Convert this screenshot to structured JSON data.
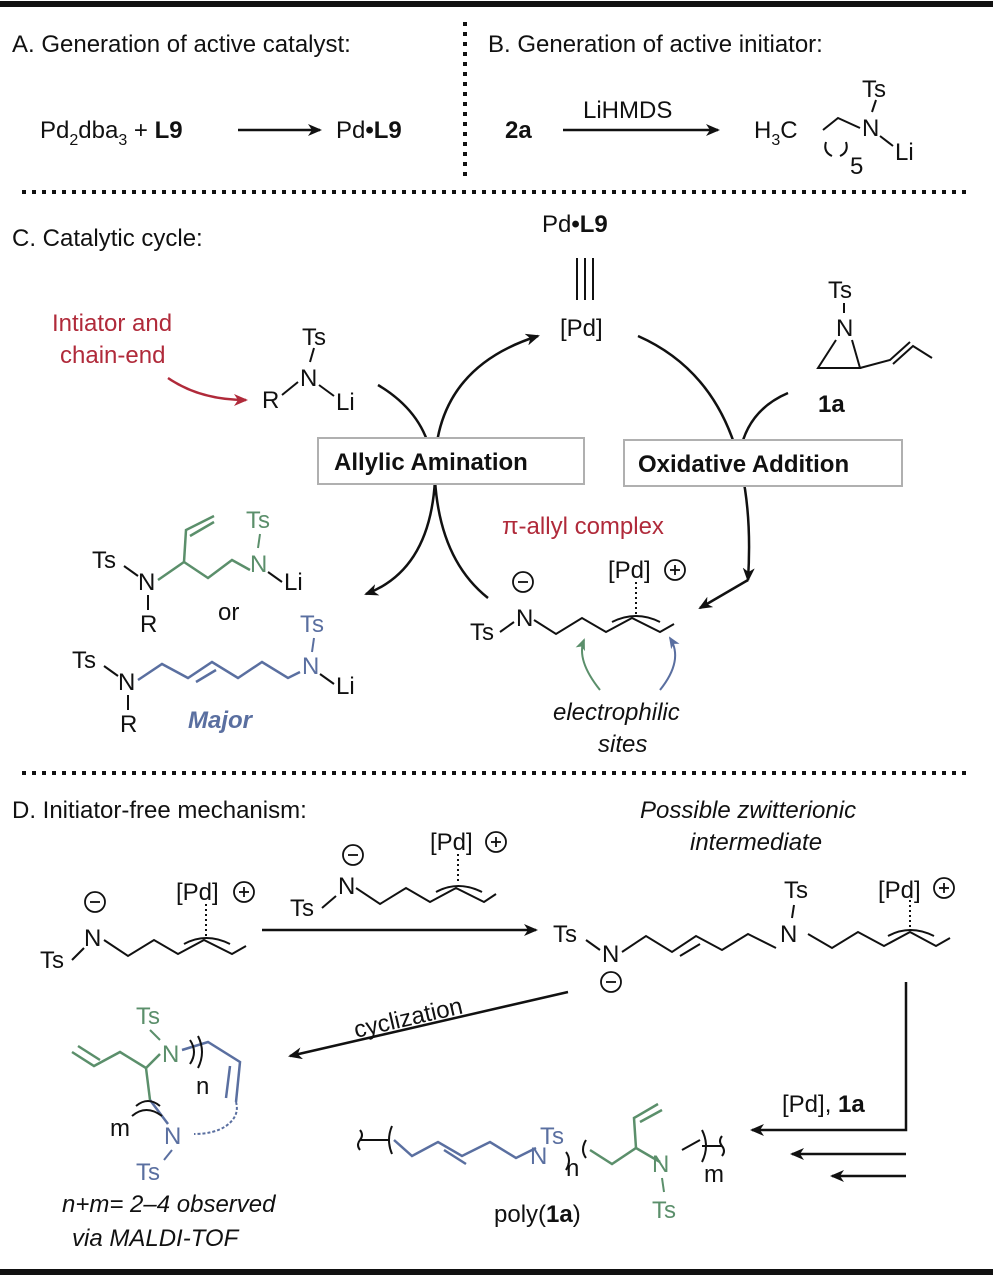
{
  "sections": {
    "a_title": "A. Generation of active catalyst:",
    "b_title": "B. Generation of active initiator:",
    "c_title": "C. Catalytic cycle:",
    "d_title": "D. Initiator-free mechanism:"
  },
  "panel_a": {
    "pd": "Pd",
    "sub2a": "2",
    "dba": "dba",
    "sub3": "3",
    "plus": " + ",
    "l9": "L9",
    "product_pd": "Pd",
    "product_dot": "•",
    "product_l9": "L9"
  },
  "panel_b": {
    "reactant": "2a",
    "reagent": "LiHMDS",
    "h3c": "H",
    "h3c_sub": "3",
    "h3c_c": "C",
    "sub5": "5",
    "ts": "Ts",
    "n": "N",
    "li": "Li"
  },
  "panel_c": {
    "pd_l9_pd": "Pd",
    "pd_l9_dot": "•",
    "pd_l9_l9": "L9",
    "pd_bracket": "[Pd]",
    "initiator_line1": "Intiator and",
    "initiator_line2": "chain-end",
    "r": "R",
    "n": "N",
    "li": "Li",
    "ts": "Ts",
    "allylic_amination": "Allylic Amination",
    "oxidative_addition": "Oxidative Addition",
    "compound_1a": "1a",
    "pi_allyl": "π-allyl complex",
    "or": "or",
    "major": "Major",
    "electrophilic_line1": "electrophilic",
    "electrophilic_line2": "sites",
    "pd_plus": "[Pd]"
  },
  "panel_d": {
    "possible_line1": "Possible zwitterionic",
    "possible_line2": "intermediate",
    "cyclization": "cyclization",
    "pd_1a_pd": "[Pd], ",
    "pd_1a_1a": "1a",
    "n": "n",
    "m": "m",
    "observed_line1": "n+m= 2–4 observed",
    "observed_line2": "via MALDI-TOF",
    "poly_pre": "poly(",
    "poly_1a": "1a",
    "poly_post": ")",
    "ts": "Ts",
    "n_atom": "N",
    "pd_bracket": "[Pd]"
  },
  "colors": {
    "green": "#5b8f6b",
    "blue": "#5a6fa0",
    "red": "#b02a3a",
    "black": "#111111"
  }
}
